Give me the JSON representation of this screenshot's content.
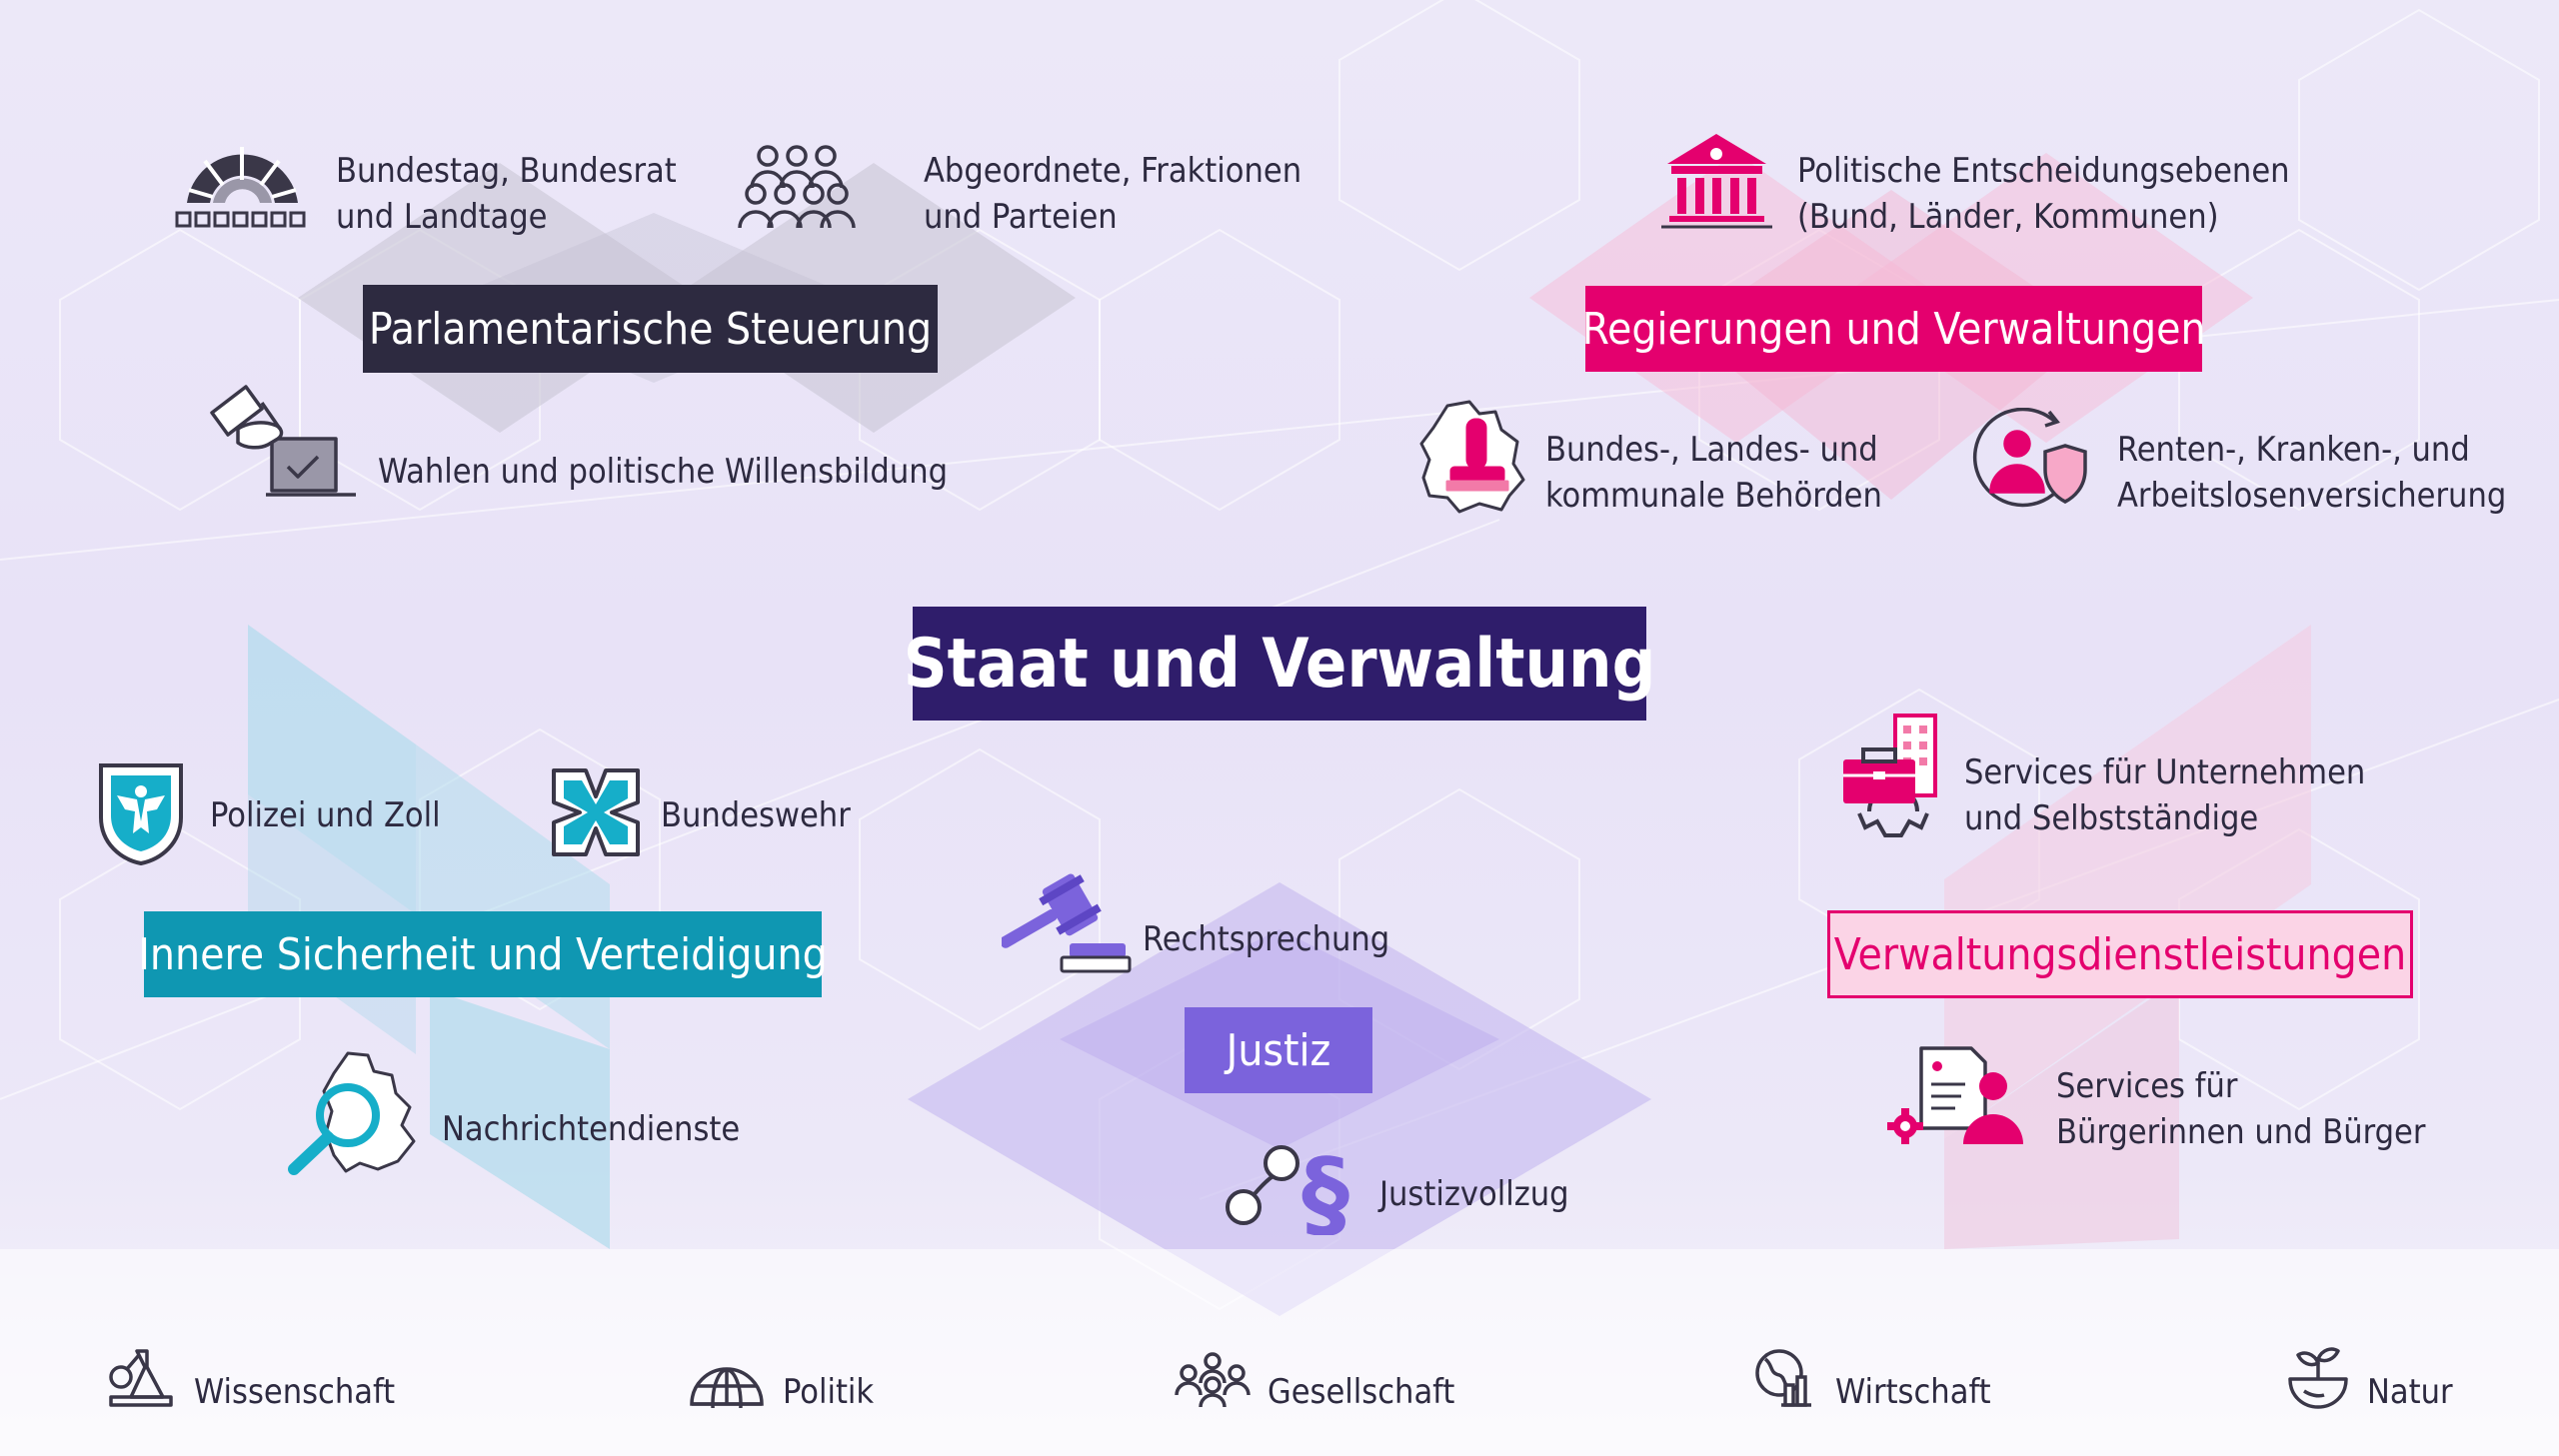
{
  "center_title": "Staat und Verwaltung",
  "groups": {
    "parlament": {
      "label": "Parlamentarische Steuerung",
      "items": [
        {
          "icon": "plenary-hall-icon",
          "text": "Bundestag, Bundesrat\nund Landtage"
        },
        {
          "icon": "group-of-people-icon",
          "text": "Abgeordnete, Fraktionen\nund Parteien"
        },
        {
          "icon": "ballot-box-icon",
          "text": "Wahlen und politische Willensbildung"
        }
      ]
    },
    "regierung": {
      "label": "Regierungen und Verwaltungen",
      "items": [
        {
          "icon": "government-building-icon",
          "text": "Politische Entscheidungsebenen\n(Bund, Länder, Kommunen)"
        },
        {
          "icon": "germany-stamp-icon",
          "text": "Bundes-, Landes- und\nkommunale Behörden"
        },
        {
          "icon": "social-insurance-shield-icon",
          "text": "Renten-, Kranken-, und\nArbeitslosenversicherung"
        }
      ]
    },
    "sicherheit": {
      "label": "Innere Sicherheit und Verteidigung",
      "items": [
        {
          "icon": "police-eagle-shield-icon",
          "text": "Polizei und Zoll"
        },
        {
          "icon": "iron-cross-icon",
          "text": "Bundeswehr"
        },
        {
          "icon": "magnifier-map-icon",
          "text": "Nachrichtendienste"
        }
      ]
    },
    "justiz": {
      "label": "Justiz",
      "items": [
        {
          "icon": "gavel-icon",
          "text": "Rechtsprechung"
        },
        {
          "icon": "handcuffs-paragraph-icon",
          "text": "Justizvollzug"
        }
      ]
    },
    "verwaltung": {
      "label": "Verwaltungsdienstleistungen",
      "items": [
        {
          "icon": "briefcase-building-icon",
          "text": "Services für Unternehmen\nund Selbstständige"
        },
        {
          "icon": "citizen-document-icon",
          "text": "Services für\nBürgerinnen und Bürger"
        }
      ]
    }
  },
  "footer": [
    {
      "icon": "science-lab-icon",
      "label": "Wissenschaft"
    },
    {
      "icon": "globe-icon",
      "label": "Politik"
    },
    {
      "icon": "people-icon",
      "label": "Gesellschaft"
    },
    {
      "icon": "economy-globe-chart-icon",
      "label": "Wirtschaft"
    },
    {
      "icon": "plant-hand-icon",
      "label": "Natur"
    }
  ],
  "colors": {
    "dark": "#2d2a40",
    "pink": "#e4006e",
    "teal": "#0f97b2",
    "purple": "#6f5ad9",
    "title_bg": "#2f1d6b",
    "light_pink": "#fbd4e6"
  }
}
